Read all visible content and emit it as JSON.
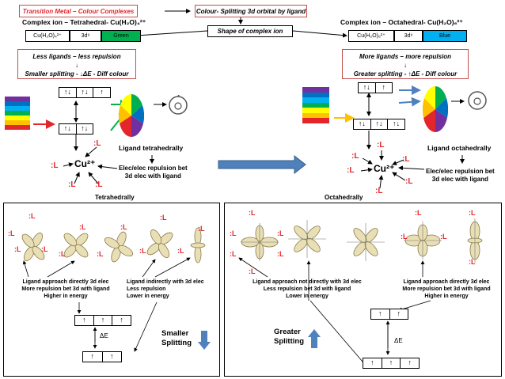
{
  "header": {
    "title": "Transition Metal – Colour Complexes",
    "splitting_label": "Colour- Splitting 3d orbital by ligand",
    "shape_label": "Shape of complex ion"
  },
  "tetra": {
    "heading": "Complex ion – Tetrahedral- Cu(H₂O)₄²⁺",
    "formula": "Cu(H₂O)₄²⁺",
    "config": "3d⁹",
    "colour": "Green",
    "note_line1": "Less ligands – less repulsion",
    "note_arrow": "↓",
    "note_line2": "Smaller splitting - ↓ΔE - Diff colour",
    "ligand_label": "Ligand tetrahedrally",
    "repulsion_line1": "Elec/elec repulsion bet",
    "repulsion_line2": "3d elec with ligand",
    "shape_name": "Tetrahedrally",
    "approach_direct_1": "Ligand approach directly 3d elec",
    "approach_direct_2": "More repulsion bet 3d with ligand",
    "approach_direct_3": "Higher in energy",
    "approach_indirect_1": "Ligand indirectly with 3d elec",
    "approach_indirect_2": "Less repulsion",
    "approach_indirect_3": "Lower in energy",
    "splitting_1": "Smaller",
    "splitting_2": "Splitting",
    "delta_e": "ΔE"
  },
  "octa": {
    "heading": "Complex ion – Octahedral- Cu(H₂O)₆²⁺",
    "formula": "Cu(H₂O)₆²⁺",
    "config": "3d⁹",
    "colour": "Blue",
    "note_line1": "More ligands – more repulsion",
    "note_arrow": "↓",
    "note_line2": "Greater splitting - ↑ΔE - Diff colour",
    "ligand_label": "Ligand octahedrally",
    "repulsion_line1": "Elec/elec repulsion bet",
    "repulsion_line2": "3d elec with ligand",
    "shape_name": "Octahedrally",
    "approach_indirect_1": "Ligand approach not directly with 3d elec",
    "approach_indirect_2": "Less repulsion bet 3d with ligand",
    "approach_indirect_3": "Lower in energy",
    "approach_direct_1": "Ligand approach directly 3d elec",
    "approach_direct_2": "More repulsion bet 3d with ligand",
    "approach_direct_3": "Higher in energy",
    "splitting_1": "Greater",
    "splitting_2": "Splitting",
    "delta_e": "ΔE"
  },
  "ion": "Cu²⁺",
  "ligand": ":L",
  "orbitals": {
    "paired": "↑↓",
    "single": "↑"
  },
  "colors": {
    "accent_red": "#e3262b",
    "green": "#00b050",
    "blue": "#00b0f0",
    "arrow_blue": "#4f81bd",
    "yellow": "#ffc000"
  }
}
